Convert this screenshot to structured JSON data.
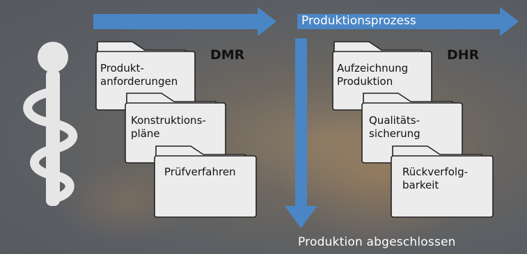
{
  "diagram": {
    "process_label": "Produktionsprozess",
    "finished_label": "Produktion abgeschlossen",
    "dmr": {
      "title": "DMR",
      "folders": [
        {
          "line1": "Produkt-",
          "line2": "anforderungen"
        },
        {
          "line1": "Konstruktions-",
          "line2": "pläne"
        },
        {
          "line1": "Prüfverfahren",
          "line2": ""
        }
      ]
    },
    "dhr": {
      "title": "DHR",
      "folders": [
        {
          "line1": "Aufzeichnung",
          "line2": "Produktion"
        },
        {
          "line1": "Qualitäts-",
          "line2": "sicherung"
        },
        {
          "line1": "Rückverfolg-",
          "line2": "barkeit"
        }
      ]
    },
    "colors": {
      "arrow": "#4a86c5",
      "folder_fill": "#ececec",
      "folder_stroke": "#222222",
      "symbol": "#e6e6e6"
    }
  }
}
